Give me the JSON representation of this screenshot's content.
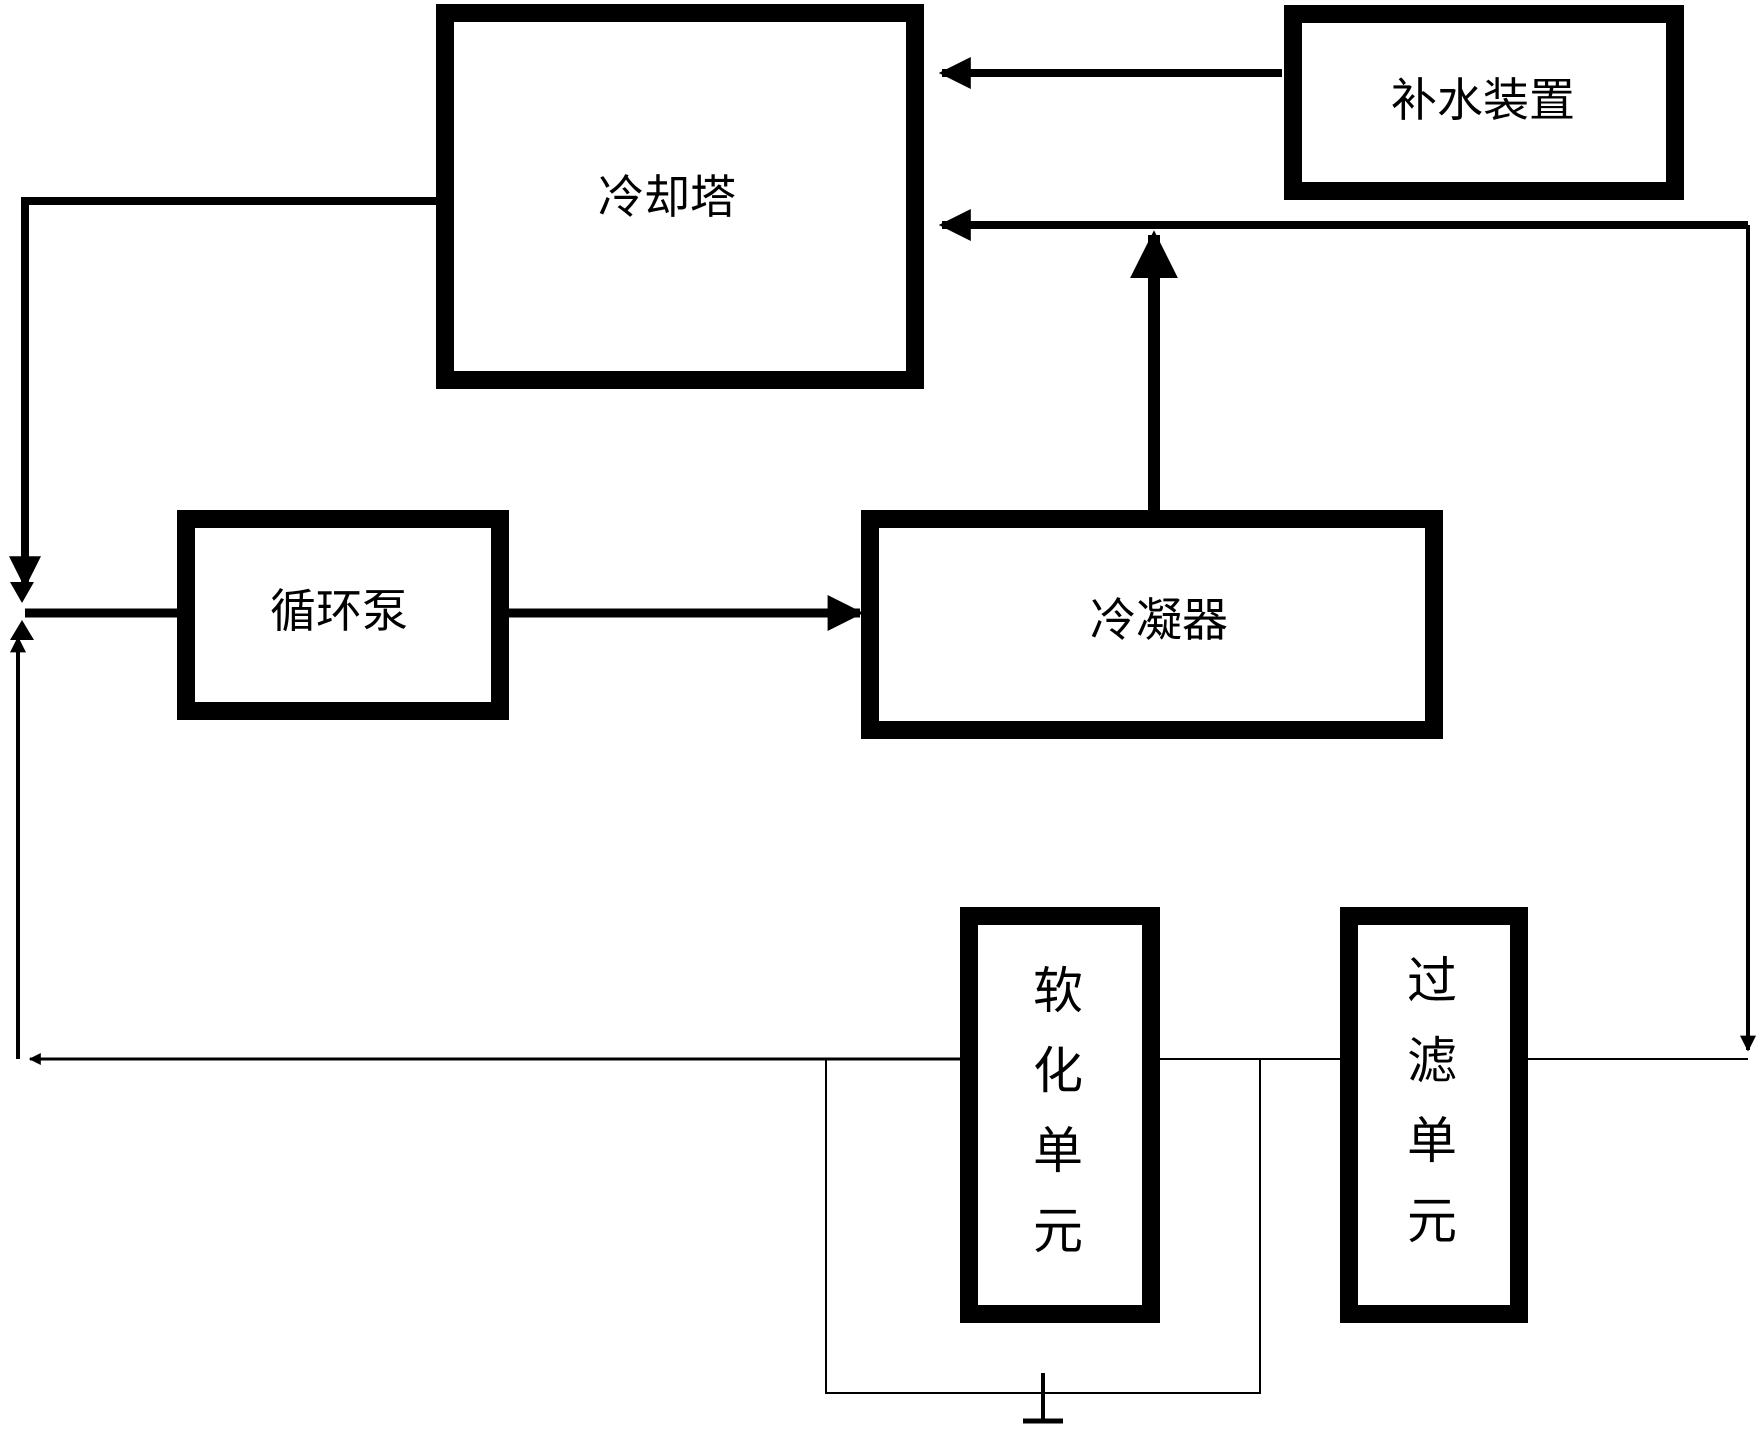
{
  "diagram": {
    "colors": {
      "line": "#000000",
      "background": "#ffffff"
    },
    "nodes": {
      "cooling_tower": {
        "label": "冷却塔"
      },
      "makeup_water": {
        "label": "补水装置"
      },
      "circulation_pump": {
        "label": "循环泵"
      },
      "condenser": {
        "label": "冷凝器"
      },
      "softening_unit": {
        "label": [
          "软",
          "化",
          "单",
          "元"
        ]
      },
      "filter_unit": {
        "label": [
          "过",
          "滤",
          "单",
          "元"
        ]
      }
    },
    "edges": [
      {
        "from": "makeup_water",
        "to": "cooling_tower"
      },
      {
        "from": "condenser",
        "to": "cooling_tower"
      },
      {
        "from": "cooling_tower",
        "to": "circulation_pump"
      },
      {
        "from": "circulation_pump",
        "to": "condenser"
      },
      {
        "from": "condenser",
        "to": "filter_unit"
      },
      {
        "from": "filter_unit",
        "to": "softening_unit"
      },
      {
        "from": "softening_unit",
        "to": "circulation_pump"
      }
    ]
  }
}
